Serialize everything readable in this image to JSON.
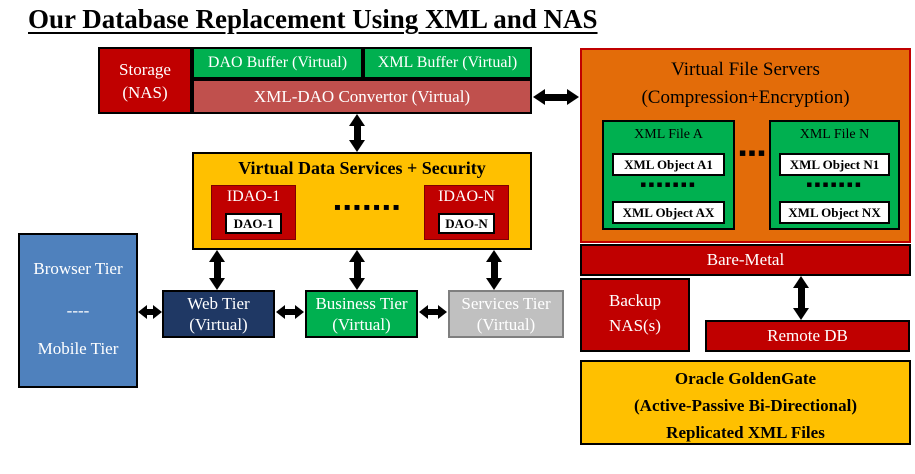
{
  "title": "Our Database Replacement Using XML and NAS",
  "colors": {
    "red": "#c00000",
    "brick": "#c0504d",
    "green": "#00b050",
    "orange": "#e36c09",
    "gold": "#ffc000",
    "navy": "#1f3864",
    "blue": "#4f81bd",
    "gray": "#c0c0c0"
  },
  "storage": {
    "line1": "Storage",
    "line2": "(NAS)"
  },
  "buffers": {
    "dao": "DAO Buffer (Virtual)",
    "xml": "XML Buffer (Virtual)",
    "convertor": "XML-DAO Convertor (Virtual)"
  },
  "file_servers": {
    "title_line1": "Virtual File Servers",
    "title_line2": "(Compression+Encryption)",
    "between_dots": "▪▪▪",
    "files": [
      {
        "name": "XML File A",
        "first_object": "XML Object A1",
        "dots": "▪▪▪▪▪▪▪",
        "last_object": "XML Object AX"
      },
      {
        "name": "XML File N",
        "first_object": "XML Object N1",
        "dots": "▪▪▪▪▪▪▪",
        "last_object": "XML Object NX"
      }
    ]
  },
  "data_services": {
    "title": "Virtual Data Services + Security",
    "dots": "▪▪▪▪▪▪▪",
    "idao": [
      {
        "outer": "IDAO-1",
        "inner": "DAO-1"
      },
      {
        "outer": "IDAO-N",
        "inner": "DAO-N"
      }
    ]
  },
  "tiers": {
    "client": {
      "line1": "Browser Tier",
      "separator": "----",
      "line2": "Mobile Tier"
    },
    "web": {
      "line1": "Web Tier",
      "line2": "(Virtual)"
    },
    "business": {
      "line1": "Business Tier",
      "line2": "(Virtual)"
    },
    "services": {
      "line1": "Services Tier",
      "line2": "(Virtual)"
    }
  },
  "infra": {
    "bare_metal": "Bare-Metal",
    "backup": {
      "line1": "Backup",
      "line2": "NAS(s)"
    },
    "remote_db": "Remote DB"
  },
  "goldengate": {
    "line1": "Oracle GoldenGate",
    "line2": "(Active-Passive Bi-Directional)",
    "line3": "Replicated XML Files"
  }
}
